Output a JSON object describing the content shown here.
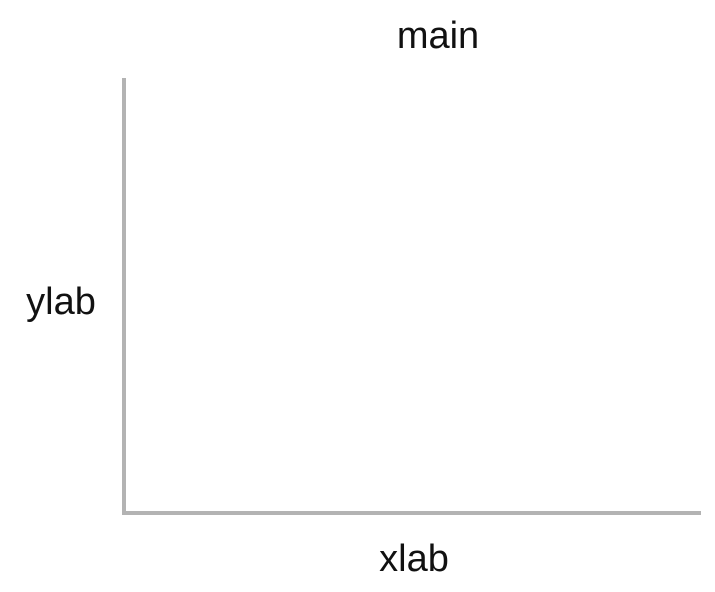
{
  "chart_data": {
    "type": "scatter",
    "title": "main",
    "xlabel": "xlab",
    "ylabel": "ylab",
    "series": [],
    "grid": false
  },
  "colors": {
    "axis": "#b3b3b3",
    "text": "#111111",
    "background": "#ffffff"
  }
}
